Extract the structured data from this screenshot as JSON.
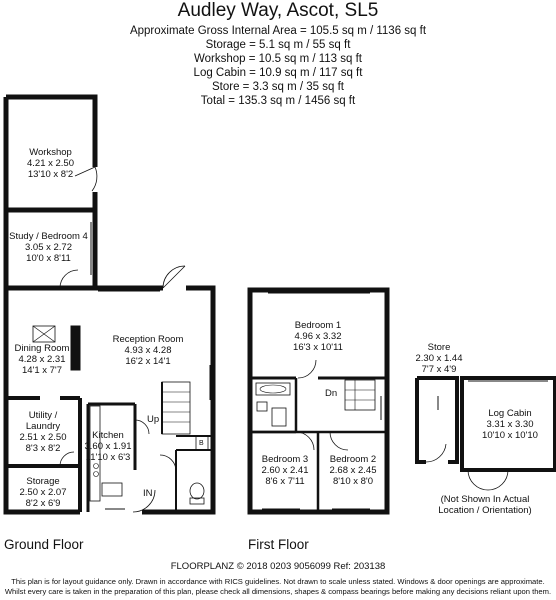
{
  "header": {
    "title": "Audley Way, Ascot, SL5",
    "areas": [
      "Approximate Gross Internal Area = 105.5 sq m / 1136 sq ft",
      "Storage = 5.1 sq m / 55 sq ft",
      "Workshop = 10.5 sq m / 113 sq ft",
      "Log Cabin = 10.9 sq m / 117 sq ft",
      "Store = 3.3 sq m / 35 sq ft",
      "Total = 135.3 sq m / 1456 sq ft"
    ]
  },
  "ground_floor": {
    "label": "Ground Floor",
    "rooms": {
      "workshop": [
        "Workshop",
        "4.21 x 2.50",
        "13'10 x 8'2"
      ],
      "study": [
        "Study / Bedroom 4",
        "3.05 x 2.72",
        "10'0 x 8'11"
      ],
      "dining": [
        "Dining Room",
        "4.28 x 2.31",
        "14'1 x 7'7"
      ],
      "reception": [
        "Reception Room",
        "4.93 x 4.28",
        "16'2 x 14'1"
      ],
      "utility": [
        "Utility /",
        "Laundry",
        "2.51 x 2.50",
        "8'3 x 8'2"
      ],
      "kitchen": [
        "Kitchen",
        "3.60 x 1.91",
        "11'10 x 6'3"
      ],
      "storage": [
        "Storage",
        "2.50 x 2.07",
        "8'2 x 6'9"
      ]
    },
    "marks": {
      "up": "Up",
      "in": "IN",
      "b": "B"
    }
  },
  "first_floor": {
    "label": "First Floor",
    "rooms": {
      "bed1": [
        "Bedroom 1",
        "4.96 x 3.32",
        "16'3 x 10'11"
      ],
      "bed3": [
        "Bedroom 3",
        "2.60 x 2.41",
        "8'6 x 7'11"
      ],
      "bed2": [
        "Bedroom 2",
        "2.68 x 2.45",
        "8'10 x 8'0"
      ]
    },
    "marks": {
      "dn": "Dn"
    }
  },
  "outbuildings": {
    "store": [
      "Store",
      "2.30 x 1.44",
      "7'7 x 4'9"
    ],
    "cabin": [
      "Log Cabin",
      "3.31 x 3.30",
      "10'10 x 10'10"
    ],
    "note": [
      "(Not Shown In Actual",
      "Location / Orientation)"
    ]
  },
  "footer": {
    "credit": "FLOORPLANZ © 2018    0203 9056099    Ref: 203138",
    "disclaimer_1": "This plan is for layout guidance only. Drawn in accordance with RICS guidelines. Not drawn to scale unless stated. Windows & door openings are approximate.",
    "disclaimer_2": "Whilst every care is taken in the preparation of this plan, please check all dimensions, shapes & compass bearings before making any decisions reliant upon them."
  }
}
